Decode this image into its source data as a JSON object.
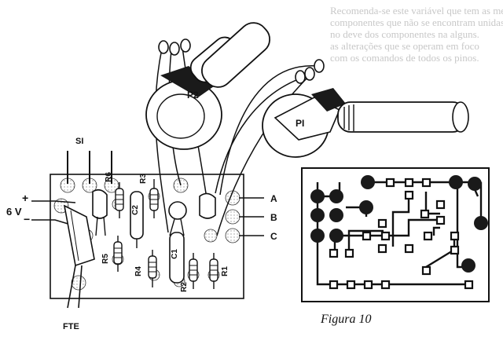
{
  "labels": {
    "s1": "SI",
    "p2": "P2",
    "p1": "PI",
    "plus": "+",
    "volt": "6 V",
    "minus": "−",
    "a": "A",
    "b": "B",
    "c": "C",
    "fte": "FTE",
    "r6": "R6",
    "r3": "R3",
    "c2": "C2",
    "r5": "R5",
    "r4": "R4",
    "c1": "C1",
    "r2": "R2",
    "r1": "R1"
  },
  "caption": "Figura 10",
  "background_text": [
    "Recomenda-se este variável que tem as mesmas",
    "componentes que não se encontram unidas",
    "no deve dos componentes na alguns.",
    "as alterações que se operam em foco",
    "com os comandos de todos os pinos."
  ],
  "colors": {
    "ink": "#111111",
    "board": "#ffffff",
    "fill": "#1a1a1a"
  }
}
